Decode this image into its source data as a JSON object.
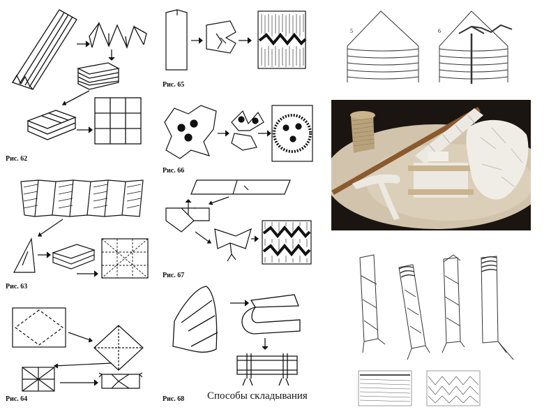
{
  "labels": {
    "fig62": "Рис. 62",
    "fig63": "Рис. 63",
    "fig64": "Рис. 64",
    "fig65": "Рис. 65",
    "fig66": "Рис. 66",
    "fig67": "Рис. 67",
    "fig68": "Рис. 68"
  },
  "caption": "Способы складывания",
  "top_right_numbers": [
    "5",
    "6"
  ],
  "photo": {
    "background": "#1a1510",
    "board": "#d2c4ac",
    "fabric": "#ece9e3",
    "twine": "#b8a27c"
  }
}
